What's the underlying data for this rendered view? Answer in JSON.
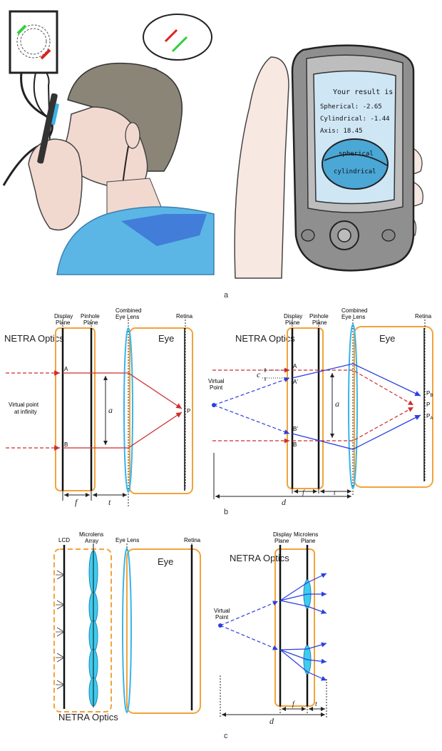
{
  "panel_a": {
    "caption": "a",
    "phone": {
      "result_title": "Your result is",
      "spherical": "Spherical: -2.65",
      "cylindrical": "Cylindrical: -1.44",
      "axis": "Axis: 18.45",
      "lens_top": "spherical",
      "lens_bottom": "cylindrical"
    },
    "colors": {
      "green": "#2fcf3a",
      "red": "#e0201c",
      "skin": "#f2d9cf",
      "shirt": "#5bb6e6",
      "hair": "#8a8577"
    }
  },
  "panel_b": {
    "caption": "b",
    "left": {
      "title": "NETRA Optics",
      "display_plane": "Display\nPlane",
      "pinhole_plane": "Pinhole\nPlane",
      "combined_lens": "Combined\nEye Lens",
      "retina": "Retina",
      "eye": "Eye",
      "virtual_point": "Virtual point\nat infinity",
      "A": "A",
      "B": "B",
      "P": "P",
      "a": "a",
      "f": "f",
      "t": "t"
    },
    "right": {
      "title": "NETRA Optics",
      "display_plane": "Display\nPlane",
      "pinhole_plane": "Pinhole\nPlane",
      "combined_lens": "Combined\nEye Lens",
      "retina": "Retina",
      "eye": "Eye",
      "virtual_point": "Virtual\nPoint",
      "A": "A",
      "A_prime": "A'",
      "B": "B",
      "B_prime": "B'",
      "P": "P",
      "PB": "P",
      "PA": "P",
      "PB_sub": "B",
      "PA_sub": "A",
      "a": "a",
      "c": "c",
      "d": "d",
      "f": "f",
      "t": "t"
    },
    "colors": {
      "orange": "#f2a33a",
      "lens": "#39b4e8",
      "red": "#cf2d2d",
      "blue": "#2a3fe0"
    }
  },
  "panel_c": {
    "caption": "c",
    "left": {
      "lcd": "LCD",
      "microlens": "Microlens\nArray",
      "eye_lens": "Eye Lens",
      "retina": "Retina",
      "eye": "Eye",
      "title": "NETRA Optics"
    },
    "right": {
      "title": "NETRA Optics",
      "display_plane": "Display\nPlane",
      "microlens_plane": "Microlens\nPlane",
      "virtual_point": "Virtual\nPoint",
      "f": "f",
      "t": "t",
      "d": "d"
    }
  }
}
